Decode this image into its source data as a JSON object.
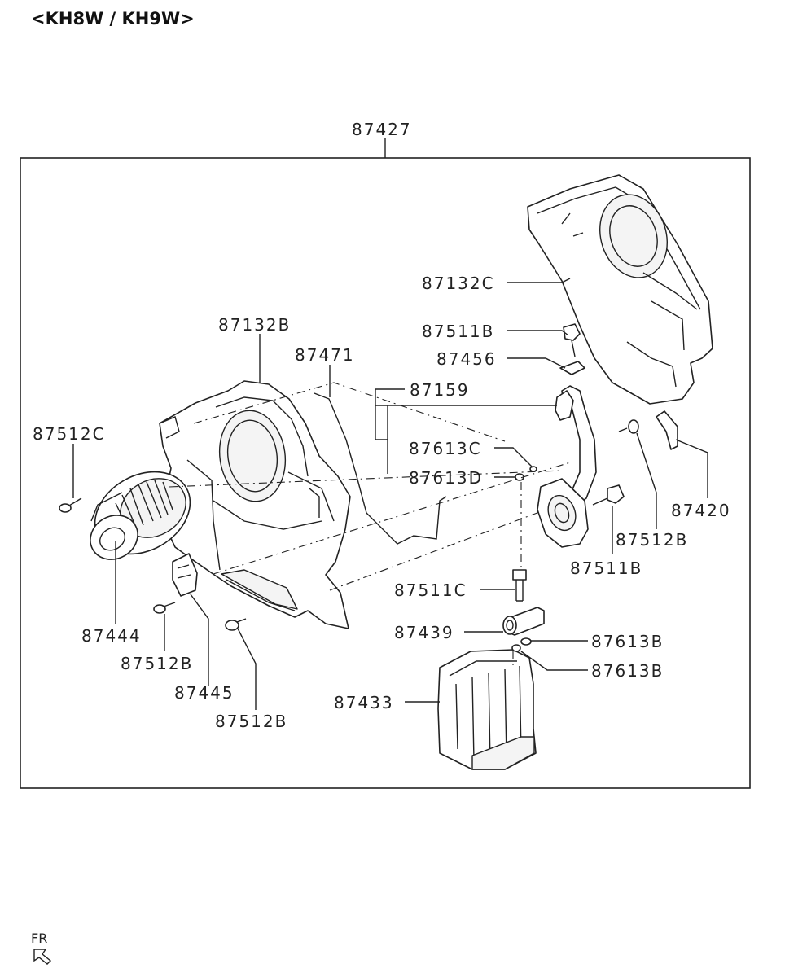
{
  "header": {
    "title": "<KH8W / KH9W>"
  },
  "diagram": {
    "assembly_label": "87427",
    "labels": [
      {
        "id": "87132C",
        "text": "87132C"
      },
      {
        "id": "87511B_top",
        "text": "87511B"
      },
      {
        "id": "87456",
        "text": "87456"
      },
      {
        "id": "87132B",
        "text": "87132B"
      },
      {
        "id": "87471",
        "text": "87471"
      },
      {
        "id": "87159",
        "text": "87159"
      },
      {
        "id": "87613C",
        "text": "87613C"
      },
      {
        "id": "87613D",
        "text": "87613D"
      },
      {
        "id": "87512C",
        "text": "87512C"
      },
      {
        "id": "87420",
        "text": "87420"
      },
      {
        "id": "87512B_right",
        "text": "87512B"
      },
      {
        "id": "87511B_right",
        "text": "87511B"
      },
      {
        "id": "87511C",
        "text": "87511C"
      },
      {
        "id": "87439",
        "text": "87439"
      },
      {
        "id": "87613B_a",
        "text": "87613B"
      },
      {
        "id": "87613B_b",
        "text": "87613B"
      },
      {
        "id": "87444",
        "text": "87444"
      },
      {
        "id": "87512B_left",
        "text": "87512B"
      },
      {
        "id": "87445",
        "text": "87445"
      },
      {
        "id": "87433",
        "text": "87433"
      },
      {
        "id": "87512B_bottom",
        "text": "87512B"
      }
    ]
  },
  "footer": {
    "orientation": "FR"
  }
}
